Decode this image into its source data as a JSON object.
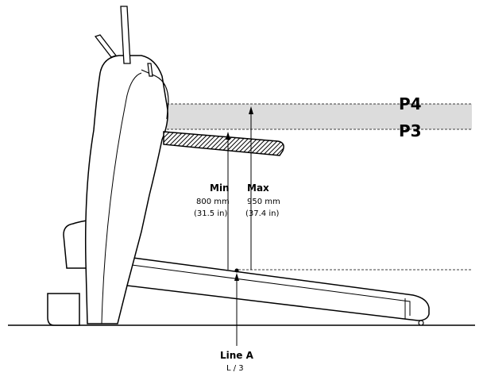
{
  "labels": {
    "p4": "P4",
    "p3": "P3",
    "min_title": "Min",
    "min_mm": "800 mm",
    "min_in": "(31.5 in)",
    "max_title": "Max",
    "max_mm": "950 mm",
    "max_in": "(37.4 in)",
    "line_title": "Line A",
    "line_sub": "L / 3"
  },
  "colors": {
    "band": "#dcdcdc",
    "ink": "#000000"
  }
}
